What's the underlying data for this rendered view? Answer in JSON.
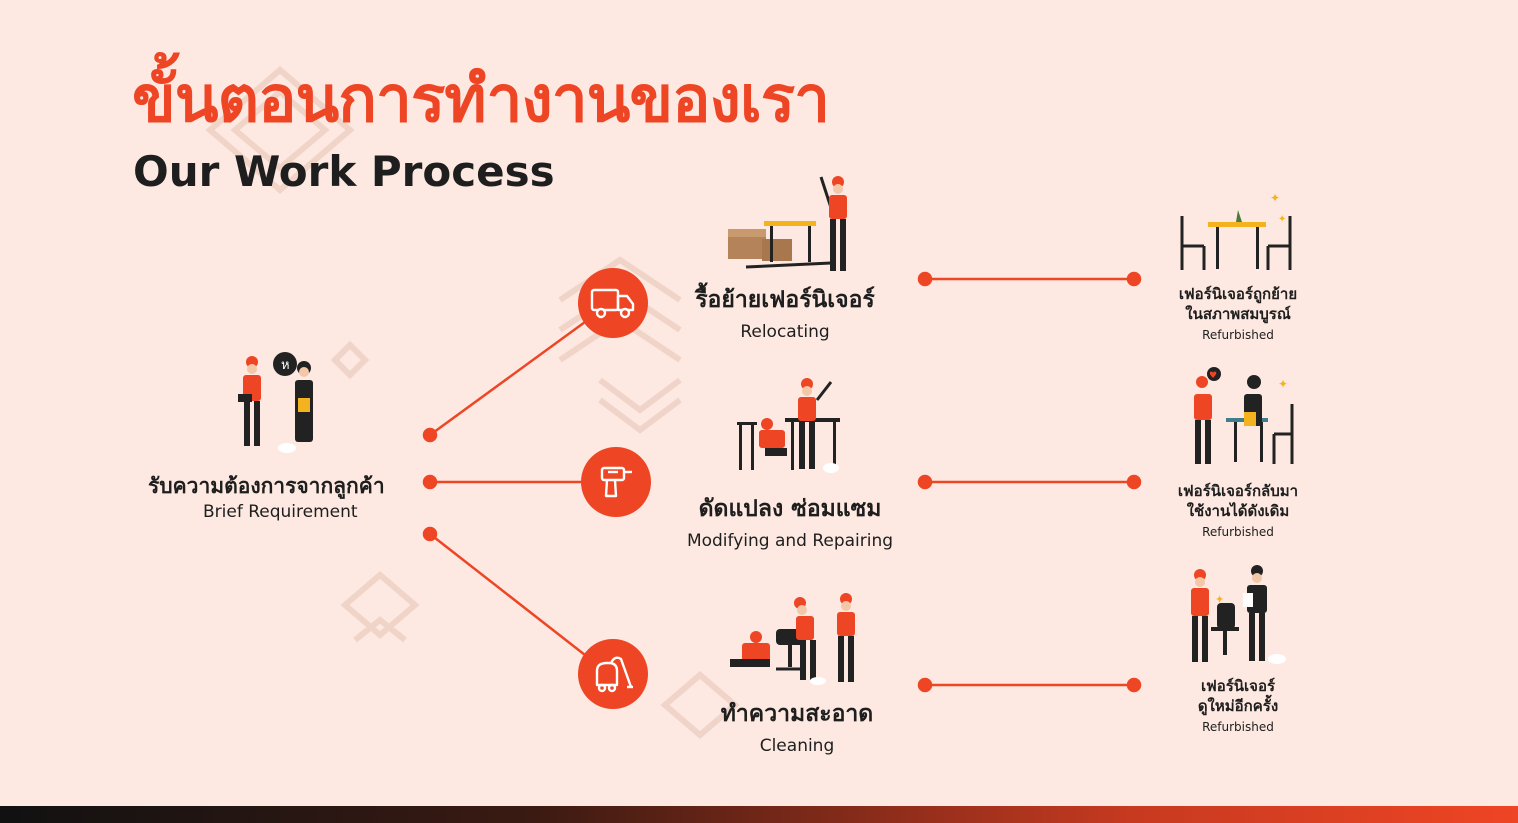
{
  "title": {
    "thai": "ขั้นตอนการทำงานของเรา",
    "english": "Our Work Process"
  },
  "start": {
    "thai": "รับความต้องการจากลูกค้า",
    "english": "Brief Requirement"
  },
  "steps": [
    {
      "thai": "รื้อย้ายเฟอร์นิเจอร์",
      "english": "Relocating",
      "icon": "truck-icon"
    },
    {
      "thai": "ดัดแปลง ซ่อมแซม",
      "english": "Modifying and Repairing",
      "icon": "drill-icon"
    },
    {
      "thai": "ทำความสะอาด",
      "english": "Cleaning",
      "icon": "vacuum-icon"
    }
  ],
  "results": [
    {
      "line1": "เฟอร์นิเจอร์ถูกย้าย",
      "line2": "ในสภาพสมบูรณ์",
      "english": "Refurbished"
    },
    {
      "line1": "เฟอร์นิเจอร์กลับมา",
      "line2": "ใช้งานได้ดังเดิม",
      "english": "Refurbished"
    },
    {
      "line1": "เฟอร์นิเจอร์",
      "line2": "ดูใหม่อีกครั้ง",
      "english": "Refurbished"
    }
  ],
  "colors": {
    "accent": "#ee4524",
    "background": "#fde9e1",
    "text": "#1e1e1e"
  }
}
